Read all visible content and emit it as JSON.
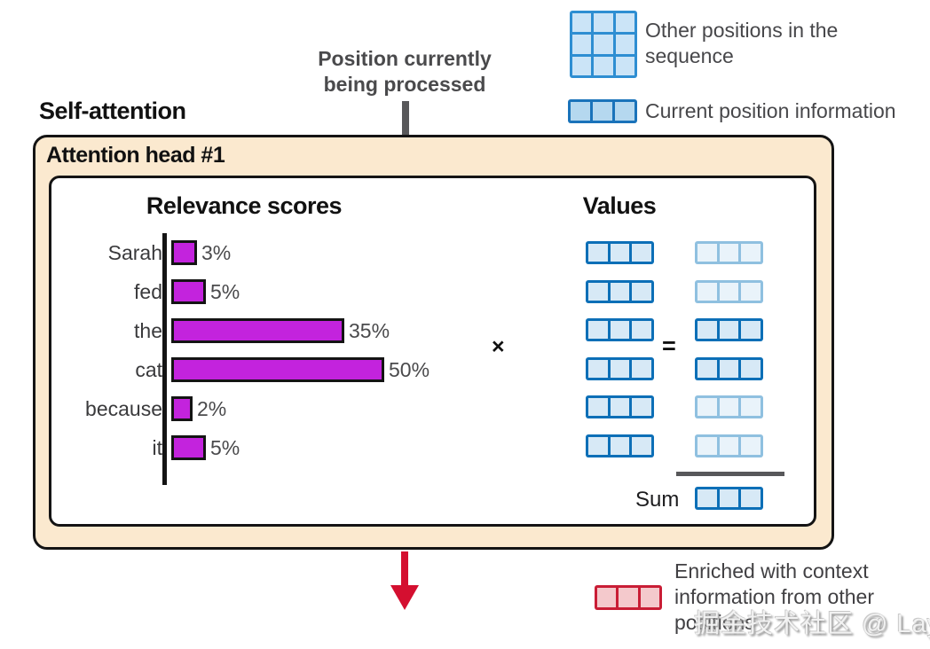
{
  "headings": {
    "self_attention": "Self-attention",
    "attention_head": "Attention head #1"
  },
  "top_annotation": {
    "line1": "Position currently",
    "line2": "being processed"
  },
  "legend": {
    "other_positions_label": "Other positions in the sequence",
    "current_position_label": "Current position information"
  },
  "chart_data": {
    "type": "bar",
    "orientation": "horizontal",
    "title": "Relevance scores",
    "categories": [
      "Sarah",
      "fed",
      "the",
      "cat",
      "because",
      "it"
    ],
    "values": [
      3,
      5,
      35,
      50,
      2,
      5
    ],
    "value_labels": [
      "3%",
      "5%",
      "35%",
      "50%",
      "2%",
      "5%"
    ],
    "unit": "%",
    "xlim": [
      0,
      50
    ],
    "grid": false,
    "bar_color": "#c323dd"
  },
  "values_section": {
    "title": "Values",
    "multiply_sign": "×",
    "equals_sign": "=",
    "sum_label": "Sum",
    "cells_per_row": 3,
    "left_column_rows": 6,
    "right_column_rows": 6,
    "right_column_emphasized": [
      false,
      false,
      true,
      true,
      false,
      false
    ]
  },
  "output_legend_label": "Enriched with context information from other positions",
  "watermark_text": "掘金技术社区 @ Layer",
  "colors": {
    "bar_purple": "#c323dd",
    "strong_blue_border": "#0c6fb7",
    "strong_blue_fill": "#d7e9f6",
    "faded_blue_border": "#8fc0e0",
    "faded_blue_fill": "#e9f3fa",
    "grid_blue_border": "#2e8ed2",
    "grid_blue_fill": "#cbe4f7",
    "legend_row_border": "#1a73ba",
    "legend_row_fill": "#b5d8ef",
    "red_border": "#c91d35",
    "red_fill": "#f4c9cc",
    "arrow_red": "#d40f30",
    "arrow_gray": "#58585a",
    "box_peach_fill": "#fbe9cf",
    "box_border_black": "#141414"
  }
}
